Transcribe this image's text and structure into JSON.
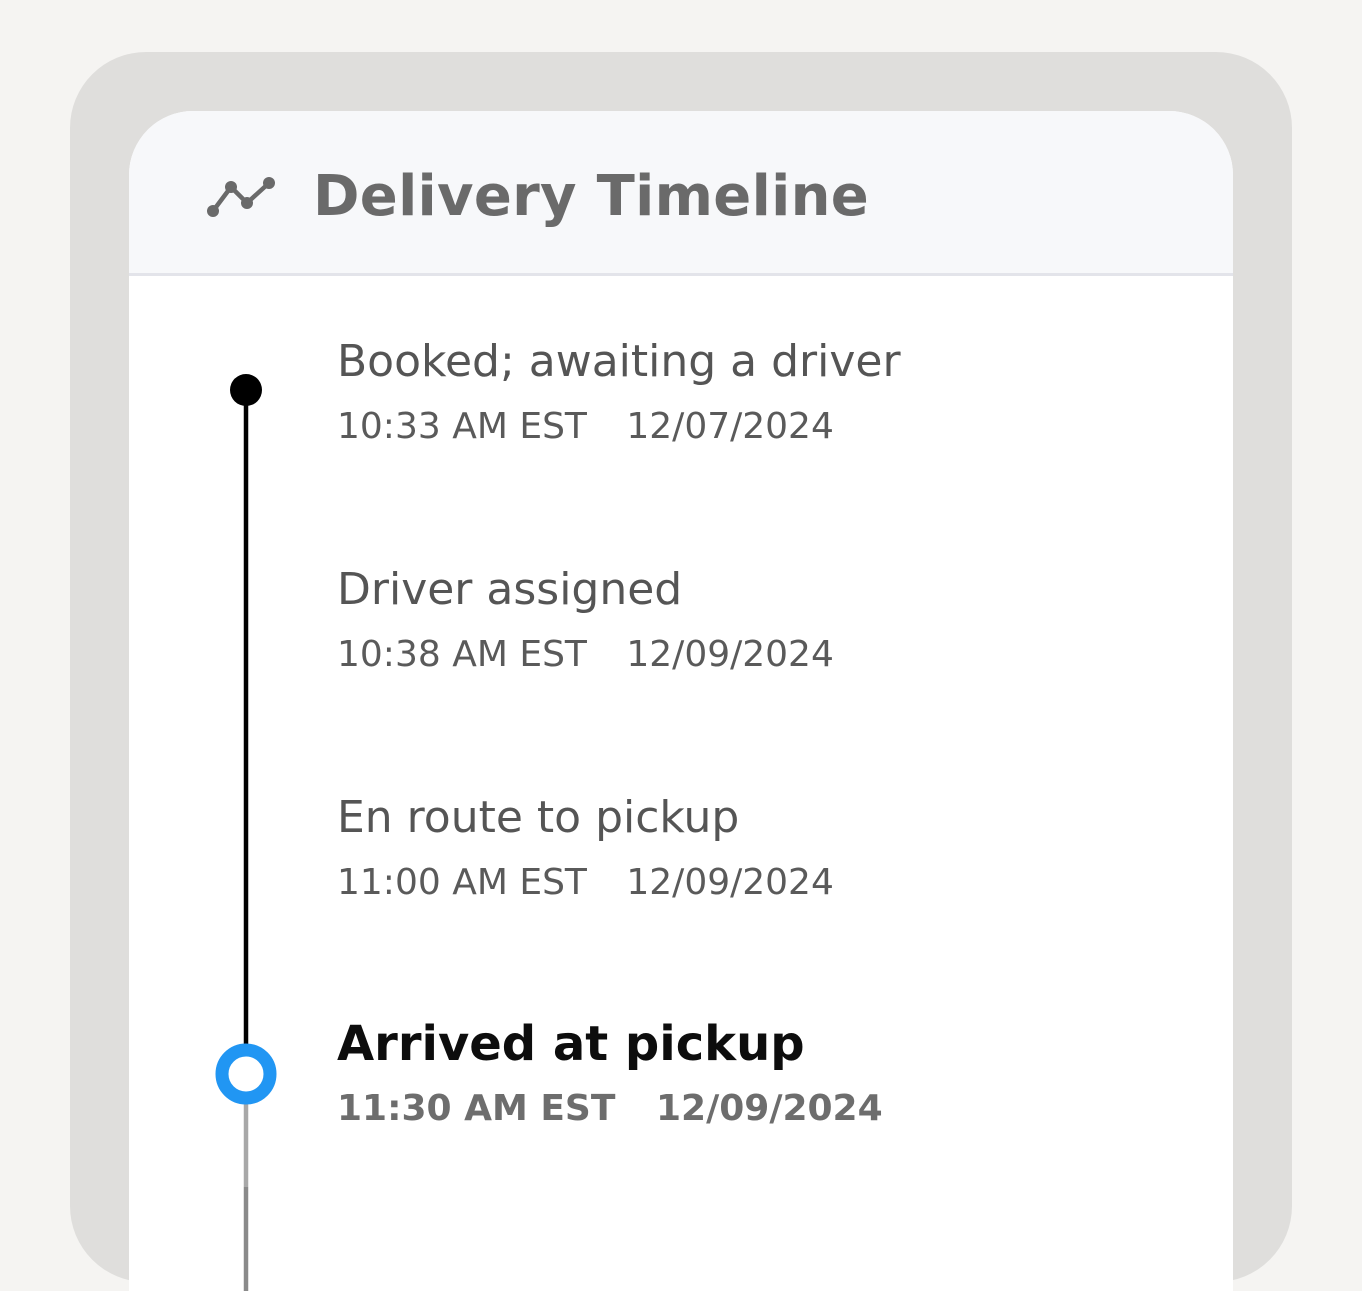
{
  "header": {
    "title": "Delivery Timeline",
    "icon": "timeline-graph-icon"
  },
  "colors": {
    "line_complete": "#000000",
    "line_pending": "#a8a8a8",
    "current_marker": "#2196f3"
  },
  "events": [
    {
      "title": "Booked; awaiting a driver",
      "time": "10:33 AM EST",
      "date": "12/07/2024",
      "status": "complete"
    },
    {
      "title": "Driver assigned",
      "time": "10:38 AM EST",
      "date": "12/09/2024",
      "status": "complete"
    },
    {
      "title": "En route to pickup",
      "time": "11:00 AM EST",
      "date": "12/09/2024",
      "status": "complete"
    },
    {
      "title": "Arrived at pickup",
      "time": "11:30 AM EST",
      "date": "12/09/2024",
      "status": "current"
    }
  ]
}
